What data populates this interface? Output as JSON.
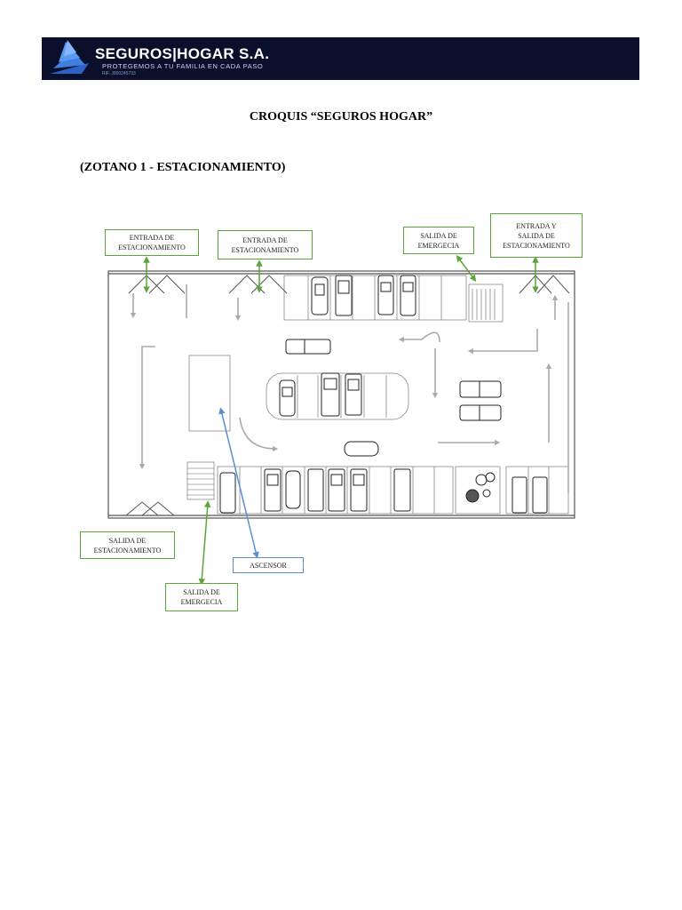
{
  "header": {
    "brand": "SEGUROS|HOGAR S.A.",
    "tagline": "PROTEGEMOS A TU FAMILIA EN CADA PASO",
    "ref": "RIF. J000245733",
    "logo_icon": "wing-logo-icon",
    "colors": {
      "banner": "#0a0f2b",
      "wing": "#3f7fe0"
    }
  },
  "document": {
    "title": "CROQUIS “SEGUROS HOGAR”",
    "subtitle": "(ZOTANO  1 - ESTACIONAMIENTO)"
  },
  "plan": {
    "labels": {
      "entrada_1": "ENTRADA DE\nESTACIONAMIENTO",
      "entrada_2": "ENTRADA DE\nESTACIONAMIENTO",
      "salida_emergencia_top": "SALIDA DE\nEMERGECIA",
      "entrada_salida": "ENTRADA Y\nSALIDA DE\nESTACIONAMIENTO",
      "salida_estacionamiento": "SALIDA  DE\nESTACIONAMIENTO",
      "ascensor": "ASCENSOR",
      "salida_emergencia_bottom": "SALIDA DE\nEMERGECIA"
    },
    "colors": {
      "green_arrow": "#5aa63a",
      "blue_arrow": "#5b8fd0",
      "walls": "#555555",
      "flow_arrows": "#aaaaaa"
    }
  }
}
